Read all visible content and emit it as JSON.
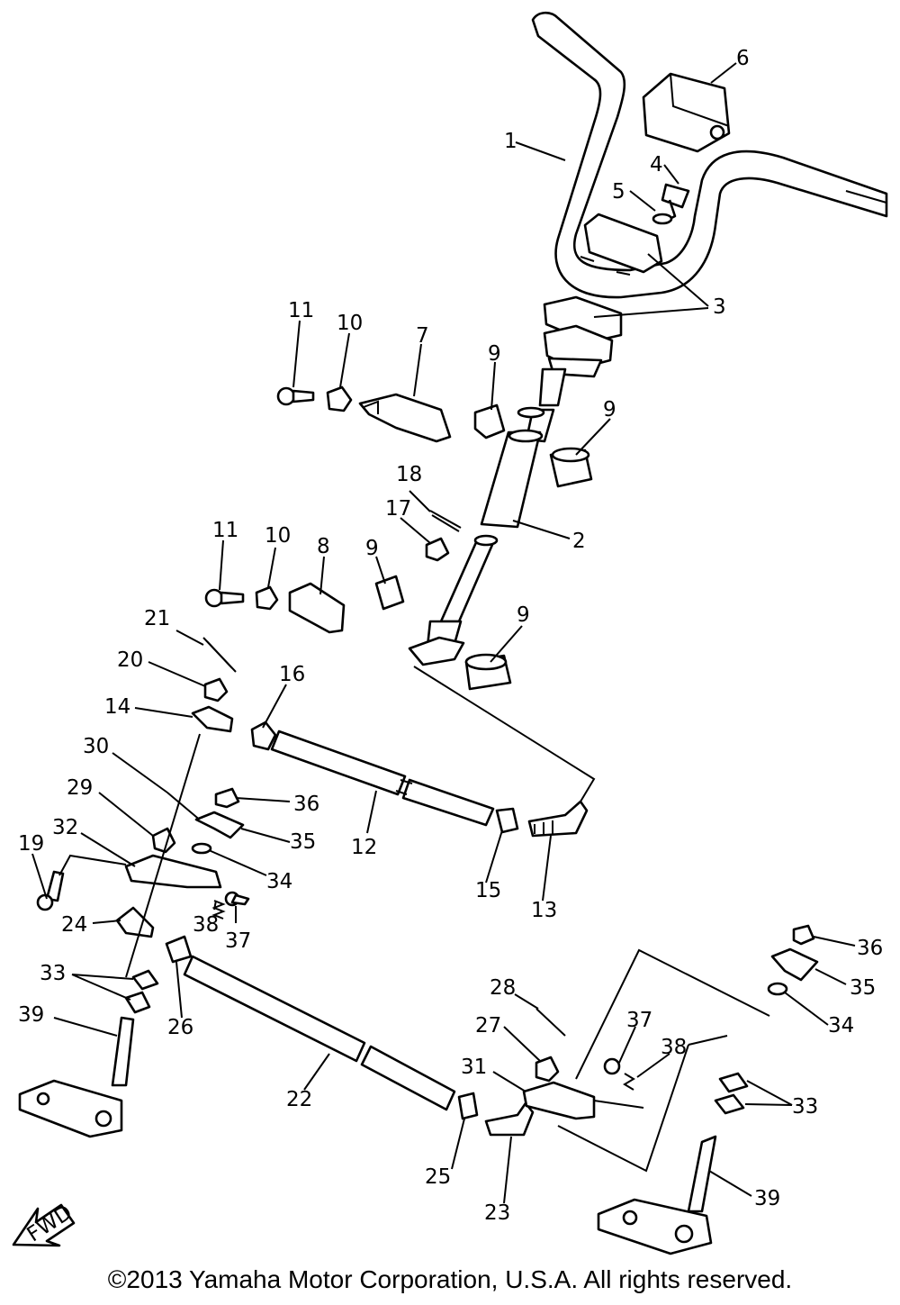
{
  "callouts": [
    "1",
    "2",
    "3",
    "4",
    "5",
    "6",
    "7",
    "8",
    "9",
    "9",
    "9",
    "9",
    "10",
    "10",
    "11",
    "11",
    "12",
    "13",
    "14",
    "15",
    "16",
    "17",
    "18",
    "19",
    "20",
    "21",
    "22",
    "23",
    "24",
    "25",
    "26",
    "27",
    "28",
    "29",
    "30",
    "31",
    "32",
    "33",
    "33",
    "34",
    "34",
    "35",
    "35",
    "36",
    "36",
    "37",
    "37",
    "38",
    "38",
    "39",
    "39"
  ],
  "fwd_mark": "FWD",
  "copyright": "©2013 Yamaha Motor Corporation, U.S.A. All rights reserved."
}
